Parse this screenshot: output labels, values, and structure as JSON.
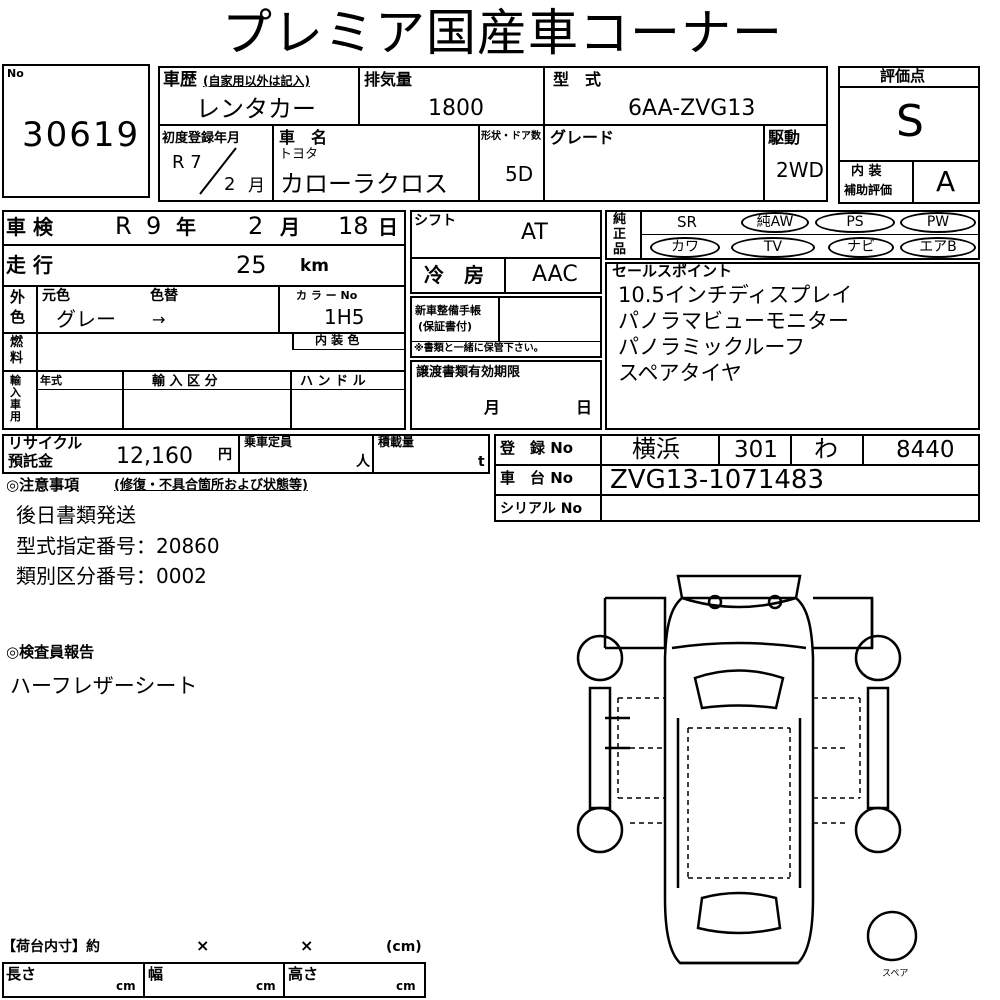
{
  "title": "プレミア国産車コーナー",
  "lot": {
    "label": "No",
    "number": "30619"
  },
  "history": {
    "label": "車歴",
    "note": "(自家用以外は記入)",
    "value": "レンタカー"
  },
  "displacement": {
    "label": "排気量",
    "value": "1800"
  },
  "model_type": {
    "label": "型　式",
    "value": "6AA-ZVG13"
  },
  "rating": {
    "label": "評価点",
    "value": "S",
    "interior_label_1": "内 装",
    "interior_label_2": "補助評価",
    "interior_value": "A"
  },
  "first_reg": {
    "label": "初度登録年月",
    "year": "R 7",
    "month": "2",
    "month_unit": "月"
  },
  "car_name": {
    "label": "車　名",
    "maker": "トヨタ",
    "value": "カローラクロス"
  },
  "doors": {
    "label": "形状・ドア数",
    "value": "5D"
  },
  "grade": {
    "label": "グレード",
    "value": ""
  },
  "drive": {
    "label": "駆動",
    "value": "2WD"
  },
  "inspection": {
    "label": "車 検",
    "era": "R",
    "year": "9",
    "year_unit": "年",
    "month": "2",
    "month_unit": "月",
    "day": "18",
    "day_unit": "日"
  },
  "mileage": {
    "label": "走 行",
    "value": "25",
    "unit": "km"
  },
  "exterior": {
    "label_1": "外",
    "label_2": "色",
    "orig_label": "元色",
    "orig_value": "グレー",
    "change_label": "色替",
    "change_value": "→",
    "color_no_label": "カ ラ ー No",
    "color_no_value": "1H5",
    "interior_color_label": "内 装 色"
  },
  "fuel": {
    "label_1": "燃",
    "label_2": "料"
  },
  "import": {
    "label": "輸入車用",
    "year_label": "年式",
    "class_label": "輸 入 区 分",
    "handle_label": "ハ ン ド ル"
  },
  "shift": {
    "label": "シフト",
    "value": "AT"
  },
  "ac": {
    "label": "冷　房",
    "value": "AAC"
  },
  "maintenance": {
    "label_1": "新車整備手帳",
    "label_2": "(保証書付)",
    "note": "※書類と一緒に保管下さい。"
  },
  "transfer": {
    "label": "譲渡書類有効期限",
    "month_unit": "月",
    "day_unit": "日"
  },
  "equipment": {
    "label": "純正品",
    "row1": [
      "SR",
      "純AW",
      "PS",
      "PW"
    ],
    "row2": [
      "カワ",
      "TV",
      "ナビ",
      "エアB"
    ]
  },
  "sales_points": {
    "label": "セールスポイント",
    "items": [
      "10.5インチディスプレイ",
      "パノラマビューモニター",
      "パノラミックルーフ",
      "スペアタイヤ"
    ]
  },
  "recycle": {
    "label_1": "リサイクル",
    "label_2": "預託金",
    "value": "12,160",
    "unit": "円"
  },
  "capacity": {
    "label": "乗車定員",
    "unit": "人"
  },
  "load": {
    "label": "積載量",
    "unit": "t"
  },
  "registration": {
    "label": "登　録 No",
    "region": "横浜",
    "class": "301",
    "kana": "わ",
    "number": "8440"
  },
  "chassis": {
    "label": "車　台 No",
    "value": "ZVG13-1071483"
  },
  "serial": {
    "label": "シリアル No",
    "value": ""
  },
  "notes": {
    "heading": "◎注意事項",
    "heading_sub": "(修復・不具合箇所および状態等)",
    "lines": [
      "後日書類発送",
      "型式指定番号：20860",
      "類別区分番号：0002"
    ]
  },
  "inspector": {
    "heading": "◎検査員報告",
    "lines": [
      "ハーフレザーシート"
    ]
  },
  "cargo": {
    "label": "【荷台内寸】約",
    "x1": "×",
    "x2": "×",
    "unit": "(cm)",
    "length_label": "長さ",
    "width_label": "幅",
    "height_label": "高さ",
    "cm": "cm"
  },
  "diagram": {
    "spare_label": "スペア"
  }
}
